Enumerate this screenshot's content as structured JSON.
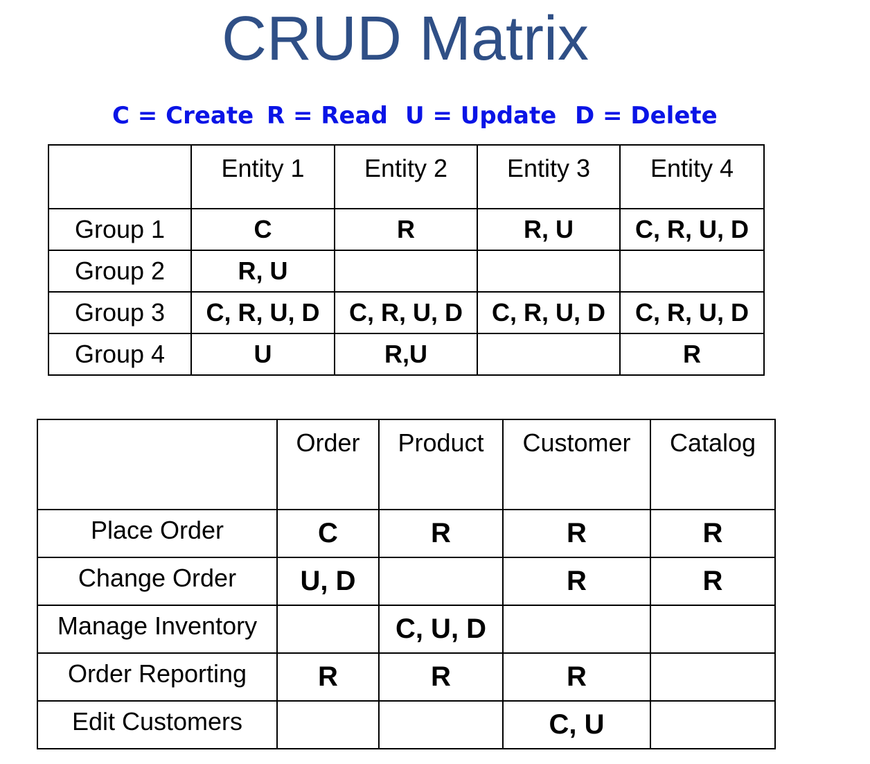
{
  "title": "CRUD Matrix",
  "colors": {
    "title": "#2f4f86",
    "legend": "#0a14e6"
  },
  "legend": {
    "create": "C = Create",
    "read": "R = Read",
    "update": "U = Update",
    "delete": "D = Delete"
  },
  "table1": {
    "headers": [
      "",
      "Entity 1",
      "Entity 2",
      "Entity 3",
      "Entity 4"
    ],
    "rows": [
      {
        "label": "Group 1",
        "cells": [
          "C",
          "R",
          "R, U",
          "C, R, U, D"
        ]
      },
      {
        "label": "Group 2",
        "cells": [
          "R, U",
          "",
          "",
          ""
        ]
      },
      {
        "label": "Group 3",
        "cells": [
          "C, R, U, D",
          "C, R, U, D",
          "C, R, U, D",
          "C, R, U, D"
        ]
      },
      {
        "label": "Group 4",
        "cells": [
          "U",
          "R,U",
          "",
          "R"
        ]
      }
    ]
  },
  "table2": {
    "headers": [
      "",
      "Order",
      "Product",
      "Customer",
      "Catalog"
    ],
    "rows": [
      {
        "label": "Place Order",
        "cells": [
          "C",
          "R",
          "R",
          "R"
        ]
      },
      {
        "label": "Change Order",
        "cells": [
          "U, D",
          "",
          "R",
          "R"
        ]
      },
      {
        "label": "Manage Inventory",
        "cells": [
          "",
          "C, U, D",
          "",
          ""
        ]
      },
      {
        "label": "Order Reporting",
        "cells": [
          "R",
          "R",
          "R",
          ""
        ]
      },
      {
        "label": "Edit Customers",
        "cells": [
          "",
          "",
          "C, U",
          ""
        ]
      }
    ]
  }
}
